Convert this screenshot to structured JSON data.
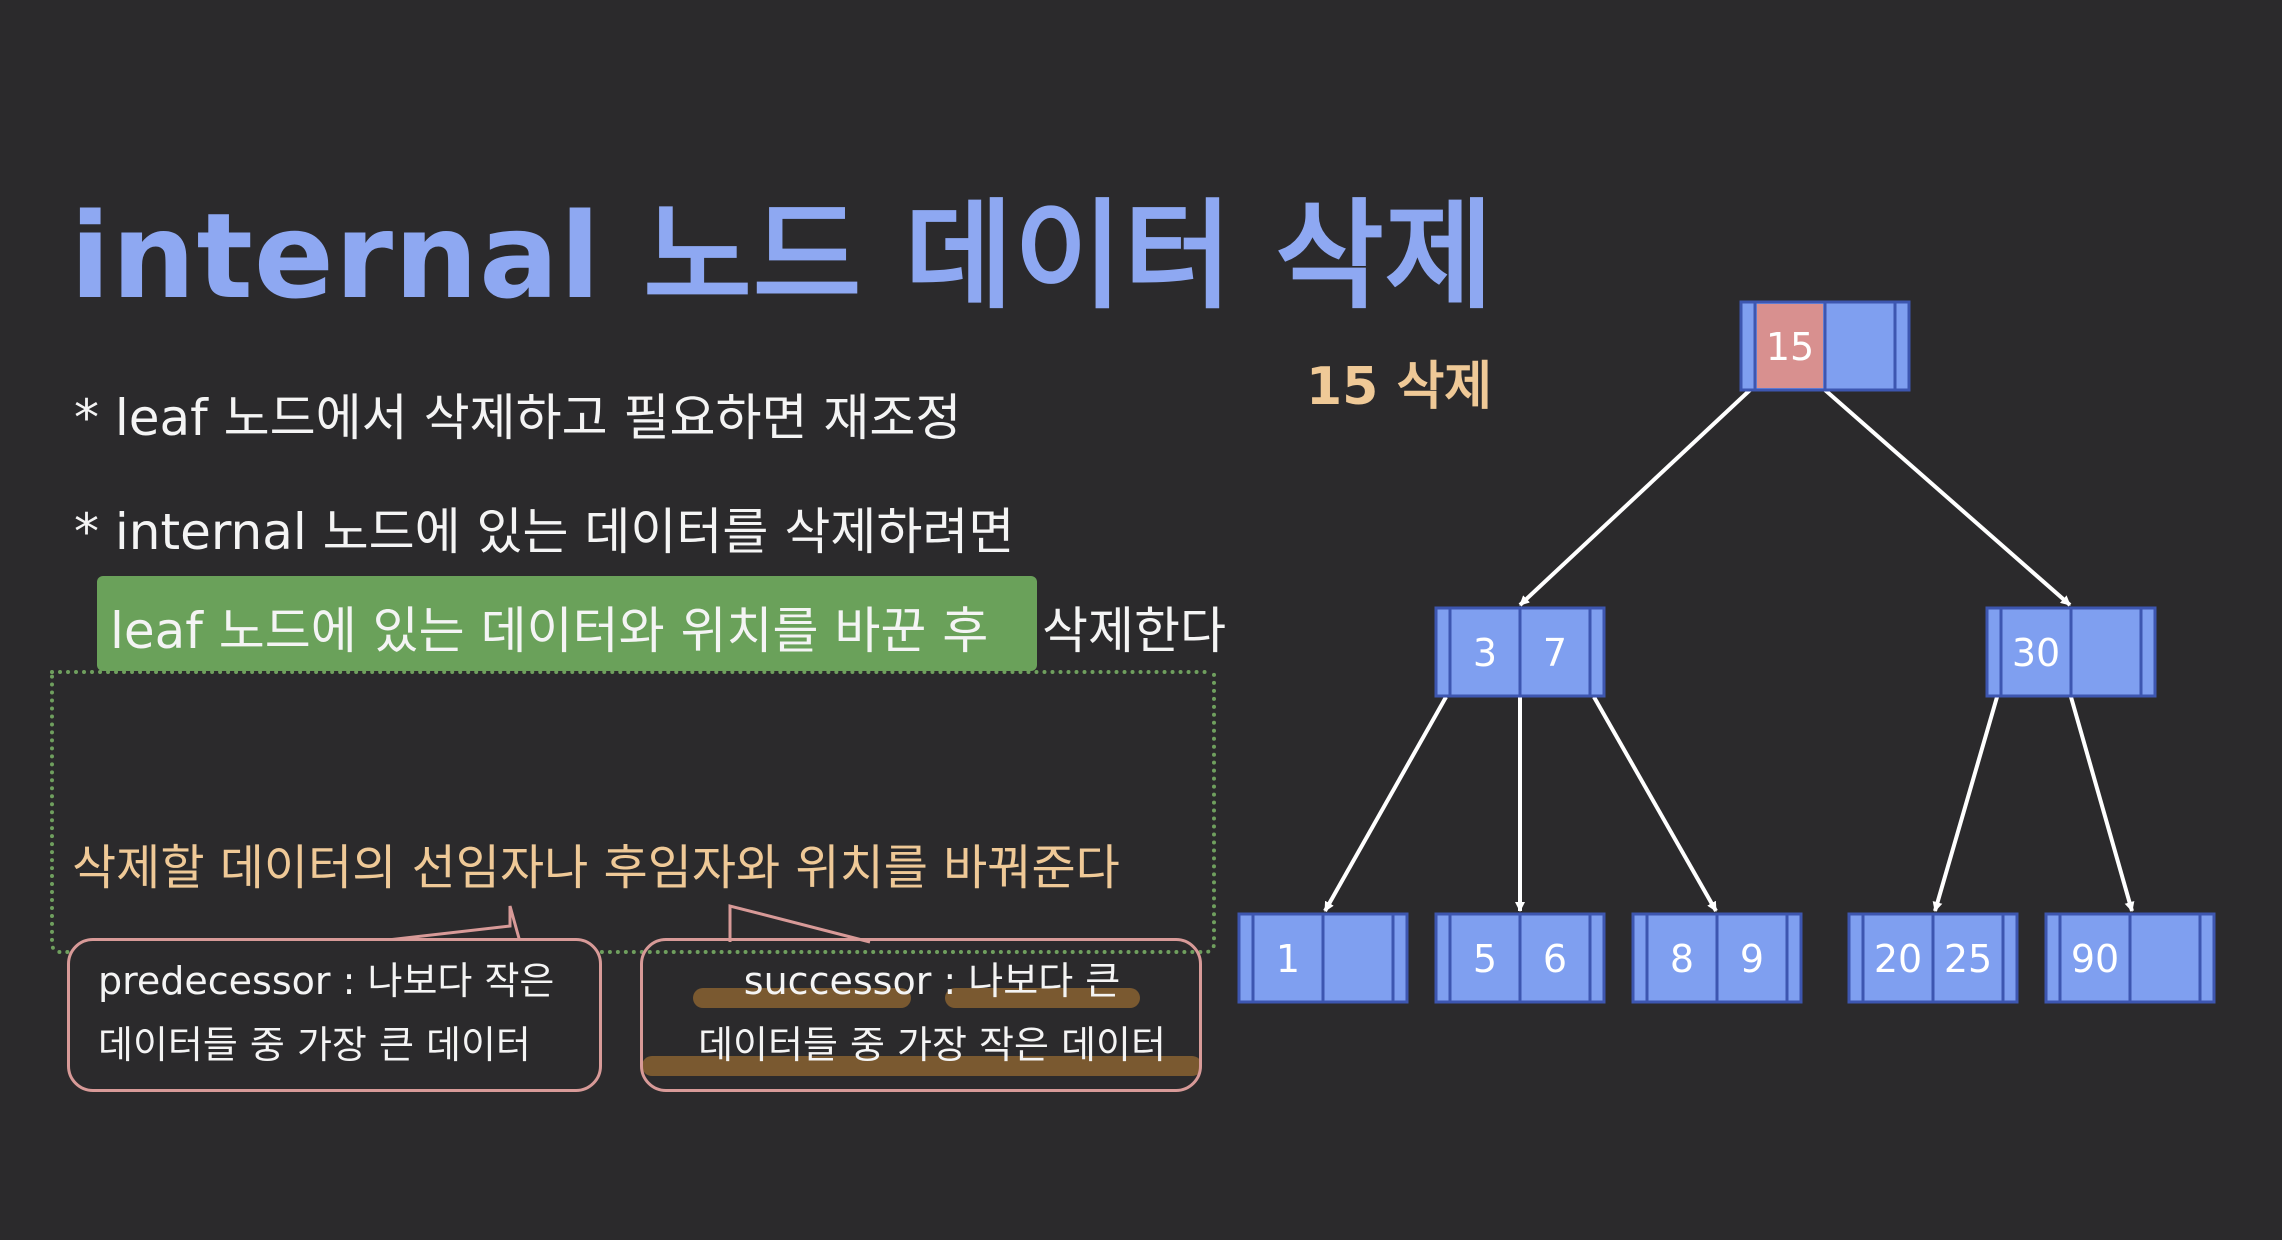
{
  "title": "internal 노드 데이터 삭제",
  "bullets": [
    "* leaf 노드에서 삭제하고 필요하면 재조정",
    "* internal 노드에 있는 데이터를 삭제하려면"
  ],
  "highlight_text": "leaf 노드에 있는 데이터와 위치를 바꾼 후",
  "highlight_suffix": "삭제한다",
  "swap_note": "삭제할 데이터의 선임자나 후임자와 위치를 바꿔준다",
  "predecessor": {
    "line1": "predecessor : 나보다 작은",
    "line2": "데이터들 중 가장 큰 데이터"
  },
  "successor": {
    "line1": "successor : 나보다 큰",
    "line2": "데이터들 중 가장 작은 데이터"
  },
  "delete_label": "15 삭제",
  "colors": {
    "background": "#2b2a2c",
    "title": "#8ea8f2",
    "node_fill": "#7f9ff0",
    "node_border": "#3d56b0",
    "deleted_key": "#d8908f",
    "highlight": "#6aa15a",
    "accent_text": "#efc997"
  },
  "tree": {
    "root": {
      "keys": [
        "15",
        ""
      ],
      "deleted_key_index": 0
    },
    "level1": [
      {
        "keys": [
          "3",
          "7"
        ]
      },
      {
        "keys": [
          "30",
          ""
        ]
      }
    ],
    "leaves": [
      {
        "keys": [
          "1",
          ""
        ]
      },
      {
        "keys": [
          "5",
          "6"
        ]
      },
      {
        "keys": [
          "8",
          "9"
        ]
      },
      {
        "keys": [
          "20",
          "25"
        ]
      },
      {
        "keys": [
          "90",
          ""
        ]
      }
    ]
  }
}
